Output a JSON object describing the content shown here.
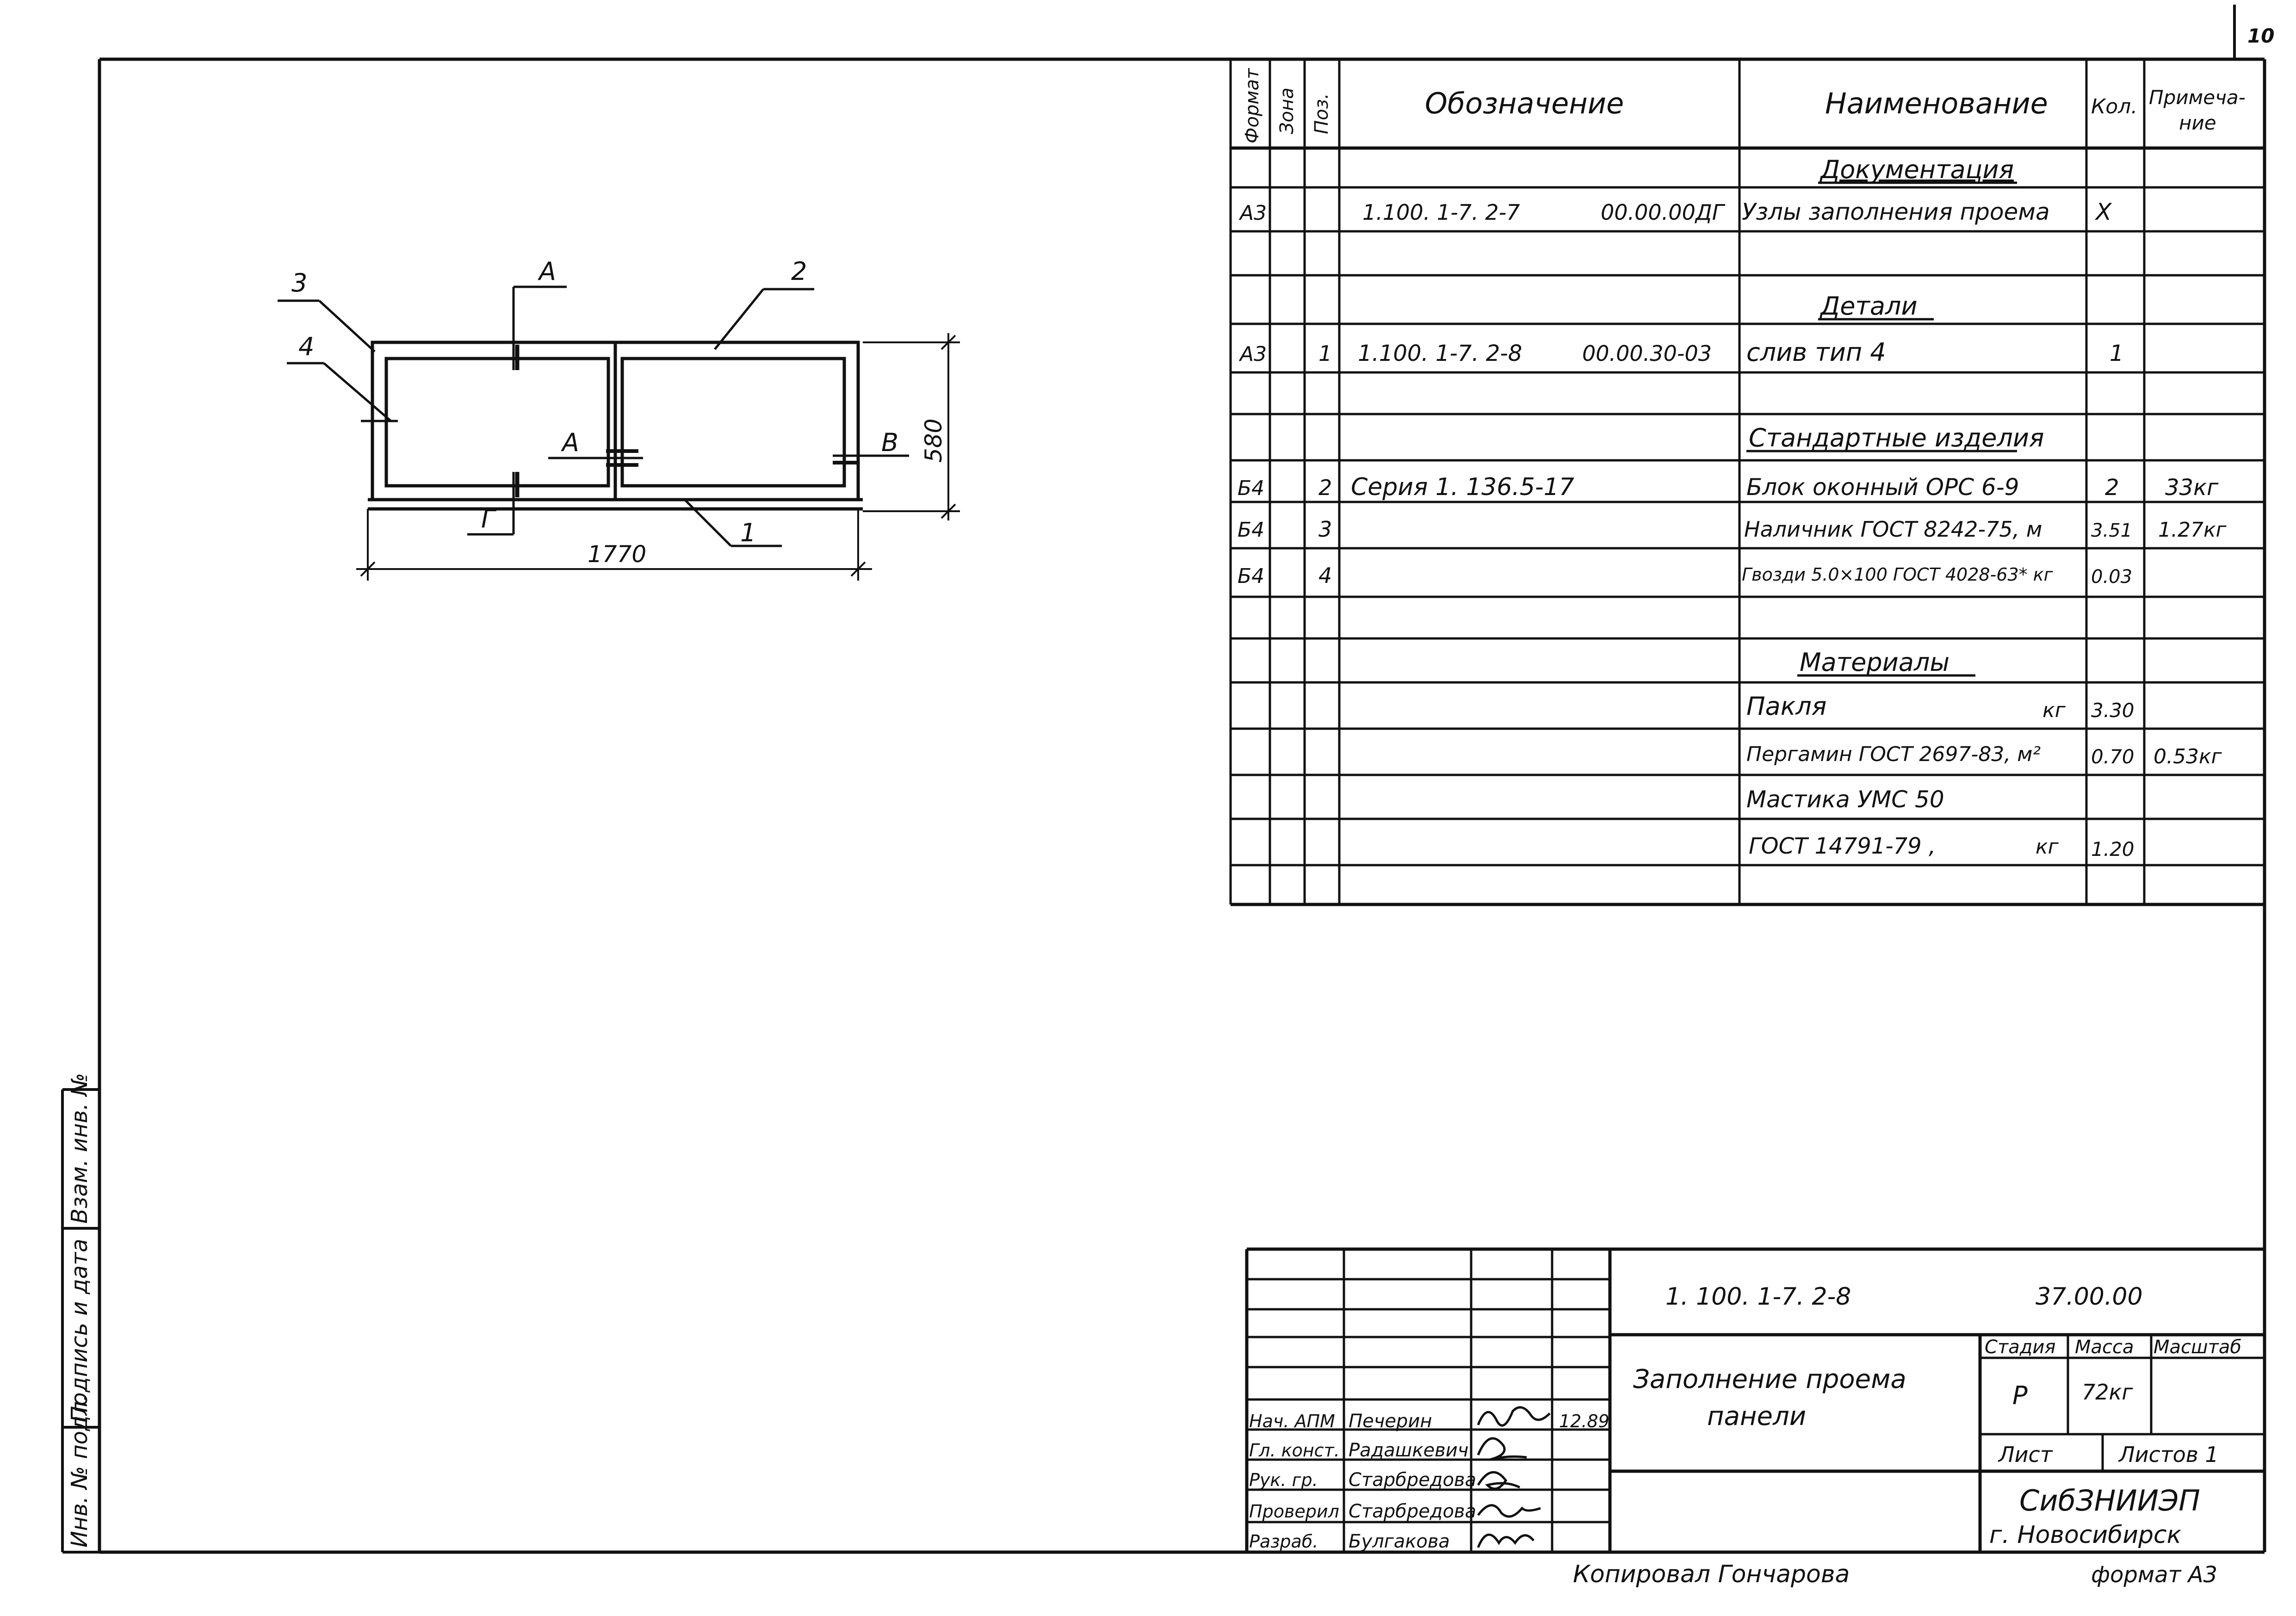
{
  "sheet_number_corner": "10",
  "spec": {
    "headers": {
      "format": "Формат",
      "zone": "Зона",
      "pos": "Поз.",
      "designation": "Обозначение",
      "name": "Наименование",
      "qty": "Кол.",
      "note_line1": "Примеча-",
      "note_line2": "ние"
    },
    "sections": {
      "documentation": "Документация",
      "details": "Детали",
      "standard": "Стандартные изделия",
      "materials": "Материалы"
    },
    "rows": {
      "doc1": {
        "format": "А3",
        "designation_left": "1.100. 1-7. 2-7",
        "designation_right": "00.00.00ДГ",
        "name": "Узлы заполнения проема",
        "qty": "Х"
      },
      "det1": {
        "format": "А3",
        "pos": "1",
        "designation_left": "1.100. 1-7. 2-8",
        "designation_right": "00.00.30-03",
        "name": "слив тип 4",
        "qty": "1"
      },
      "std1": {
        "format": "Б4",
        "pos": "2",
        "designation": "Серия 1. 136.5-17",
        "name": "Блок оконный ОРС 6-9",
        "qty": "2",
        "note": "33кг"
      },
      "std2": {
        "format": "Б4",
        "pos": "3",
        "name": "Наличник ГОСТ 8242-75, м",
        "qty": "3.51",
        "note": "1.27кг"
      },
      "std3": {
        "format": "Б4",
        "pos": "4",
        "name": "Гвозди 5.0×100 ГОСТ 4028-63* кг",
        "qty": "0.03"
      },
      "mat1": {
        "name": "Пакля",
        "unit": "кг",
        "qty": "3.30"
      },
      "mat2": {
        "name": "Пергамин ГОСТ 2697-83, м²",
        "qty": "0.70",
        "note": "0.53кг"
      },
      "mat3": {
        "name": "Мастика УМС 50"
      },
      "mat4": {
        "name": "ГОСТ 14791-79 ,",
        "unit": "кг",
        "qty": "1.20"
      }
    }
  },
  "drawing": {
    "dim_width": "1770",
    "dim_height": "580",
    "callouts": [
      "1",
      "2",
      "3",
      "4"
    ],
    "sections": [
      "А",
      "А",
      "В",
      "Г"
    ]
  },
  "side_stamp": [
    "Инв. № подл.",
    "Подпись и дата",
    "Взам. инв. №"
  ],
  "title_block": {
    "doc_number": "1. 100. 1-7. 2-8",
    "doc_suffix": "37.00.00",
    "title_line1": "Заполнение проема",
    "title_line2": "панели",
    "stage_label": "Стадия",
    "mass_label": "Масса",
    "scale_label": "Масштаб",
    "stage": "Р",
    "mass": "72кг",
    "sheet_label": "Лист",
    "sheets_label": "Листов 1",
    "org": "СибЗНИИЭП",
    "city": "г. Новосибирск",
    "date": "12.89",
    "signatures": [
      {
        "role": "Нач. АПМ",
        "name": "Печерин"
      },
      {
        "role": "Гл. конст.",
        "name": "Радашкевич"
      },
      {
        "role": "Рук. гр.",
        "name": "Старбредова"
      },
      {
        "role": "Проверил",
        "name": "Старбредова"
      },
      {
        "role": "Разраб.",
        "name": "Булгакова"
      }
    ]
  },
  "footer": {
    "copied": "Копировал Гончарова",
    "format": "формат А3"
  }
}
